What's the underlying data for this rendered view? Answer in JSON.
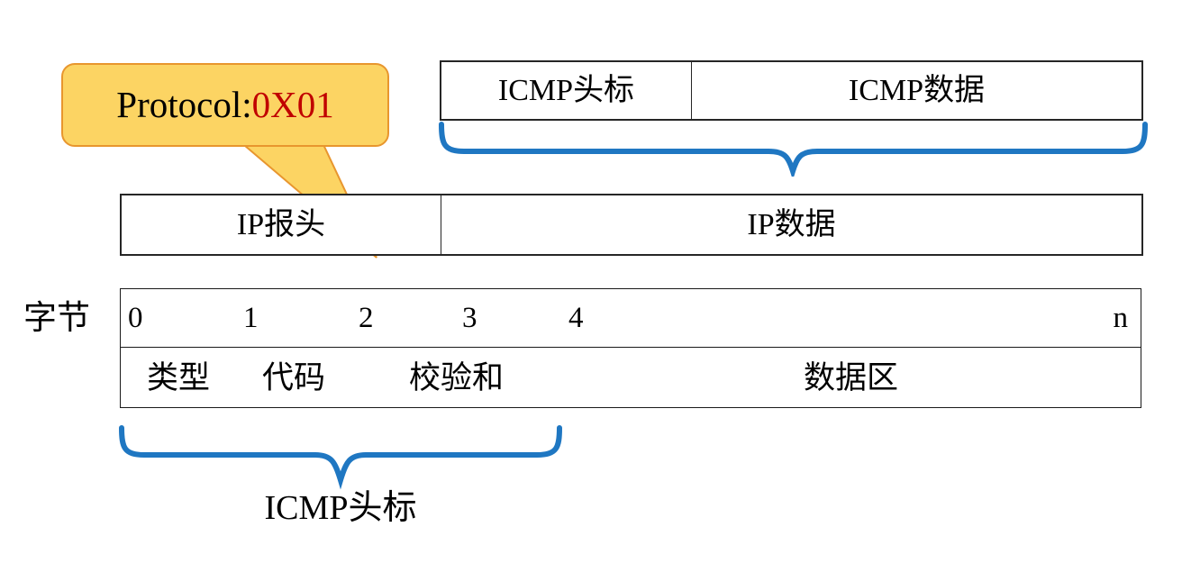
{
  "diagram": {
    "title": "ICMP message encapsulation in IP datagram",
    "accent_blue": "#1F77C2",
    "callout_fill": "#FCD463",
    "callout_border": "#E8962E",
    "value_color": "#C00000"
  },
  "callout": {
    "label": "Protocol: ",
    "value": "0X01"
  },
  "icmp_row": {
    "header_cell": "ICMP头标",
    "data_cell": "ICMP数据"
  },
  "ip_row": {
    "header_cell": "IP报头",
    "data_cell": "IP数据"
  },
  "byte_table": {
    "row_label": "字节",
    "offsets": [
      "0",
      "1",
      "2",
      "3",
      "4"
    ],
    "end_offset": "n",
    "fields": [
      "类型",
      "代码",
      "校验和",
      "数据区"
    ]
  },
  "bottom_brace_label": "ICMP头标"
}
